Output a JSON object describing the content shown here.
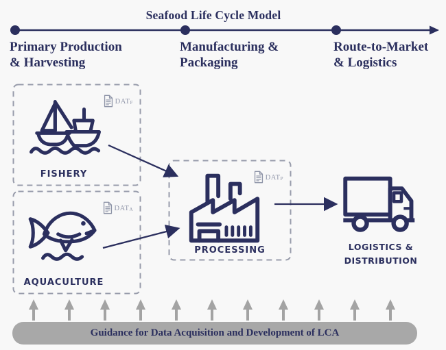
{
  "colors": {
    "navy": "#2b2f5e",
    "dashed_border_gray": "#989cab",
    "document_gray": "#8f95a8",
    "guidance_arrow_gray": "#a3a3a3",
    "guidance_bar_gray": "#a8a8a8",
    "background": "#f8f8f8"
  },
  "header": {
    "title": "Seafood Life Cycle Model",
    "phases": [
      {
        "line1": "Primary Production",
        "line2": "& Harvesting"
      },
      {
        "line1": "Manufacturing &",
        "line2": "Packaging"
      },
      {
        "line1": "Route-to-Market",
        "line2": "& Logistics"
      }
    ]
  },
  "nodes": {
    "fishery": {
      "label": "FISHERY",
      "tag": "DAT",
      "tag_sub": "F",
      "icon": "sailboat-and-trawler-icon"
    },
    "aquaculture": {
      "label": "AQUACULTURE",
      "tag": "DAT",
      "tag_sub": "A",
      "icon": "fish-icon"
    },
    "processing": {
      "label": "PROCESSING",
      "tag": "DAT",
      "tag_sub": "P",
      "icon": "factory-icon"
    },
    "logistics": {
      "line1": "LOGISTICS &",
      "line2": "DISTRIBUTION",
      "icon": "truck-icon"
    }
  },
  "footer": {
    "guidance_label": "Guidance for Data Acquisition and Development of LCA",
    "arrow_count": 11
  }
}
